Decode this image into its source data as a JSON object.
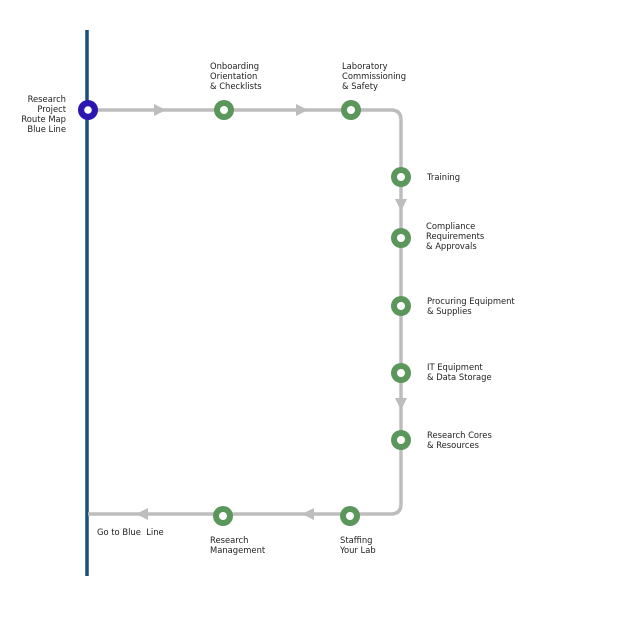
{
  "colors": {
    "blue_line": "#1b4f7a",
    "route": "#bdbdbd",
    "station": "#5b965a",
    "origin_station": "#2b16b0"
  },
  "origin": {
    "label": "Research Project\nRoute Map\nBlue Line"
  },
  "stations": [
    {
      "label": "Onboarding\nOrientation\n& Checklists"
    },
    {
      "label": "Laboratory\nCommissioning\n& Safety"
    },
    {
      "label": "Training"
    },
    {
      "label": "Compliance\nRequirements\n& Approvals"
    },
    {
      "label": "Procuring Equipment\n& Supplies"
    },
    {
      "label": "IT Equipment\n& Data Storage"
    },
    {
      "label": "Research Cores\n& Resources"
    },
    {
      "label": "Staffing\nYour Lab"
    },
    {
      "label": "Research\nManagement"
    }
  ],
  "exit": {
    "label": "Go to Blue  Line"
  }
}
